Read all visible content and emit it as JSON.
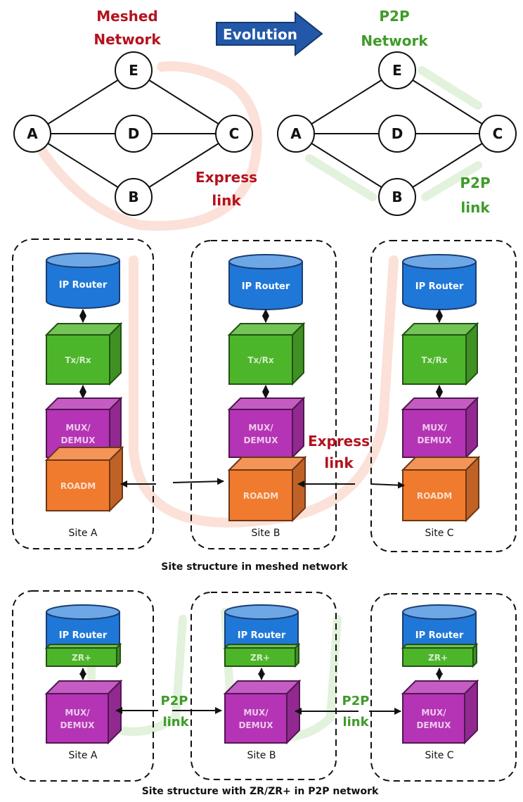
{
  "top": {
    "meshed_title": [
      "Meshed",
      "Network"
    ],
    "p2p_title": [
      "P2P",
      "Network"
    ],
    "evolution_label": "Evolution",
    "express_link_label": [
      "Express",
      "link"
    ],
    "p2p_link_label": [
      "P2P",
      "link"
    ],
    "nodes": [
      "A",
      "D",
      "C",
      "E",
      "B"
    ]
  },
  "meshed_section": {
    "caption": "Site structure in meshed network",
    "express_link_label": [
      "Express",
      "link"
    ],
    "sites": [
      {
        "name": "Site A",
        "router": "IP Router",
        "txrx": "Tx/Rx",
        "mux": [
          "MUX/",
          "DEMUX"
        ],
        "roadm": "ROADM"
      },
      {
        "name": "Site B",
        "router": "IP Router",
        "txrx": "Tx/Rx",
        "mux": [
          "MUX/",
          "DEMUX"
        ],
        "roadm": "ROADM"
      },
      {
        "name": "Site C",
        "router": "IP Router",
        "txrx": "Tx/Rx",
        "mux": [
          "MUX/",
          "DEMUX"
        ],
        "roadm": "ROADM"
      }
    ]
  },
  "p2p_section": {
    "caption": "Site structure with ZR/ZR+ in P2P network",
    "p2p_link_label": [
      "P2P",
      "link"
    ],
    "sites": [
      {
        "name": "Site A",
        "router": "IP Router",
        "zr": "ZR+",
        "mux": [
          "MUX/",
          "DEMUX"
        ]
      },
      {
        "name": "Site B",
        "router": "IP Router",
        "zr": "ZR+",
        "mux": [
          "MUX/",
          "DEMUX"
        ]
      },
      {
        "name": "Site C",
        "router": "IP Router",
        "zr": "ZR+",
        "mux": [
          "MUX/",
          "DEMUX"
        ]
      }
    ]
  },
  "colors": {
    "meshed_red": "#b3121e",
    "p2p_green": "#3f9b2a",
    "arrow_blue": "#2358a8",
    "router_blue": "#1f78d8",
    "txrx_green": "#4db52a",
    "mux_purple": "#b533b5",
    "roadm_orange": "#f07a2e"
  }
}
